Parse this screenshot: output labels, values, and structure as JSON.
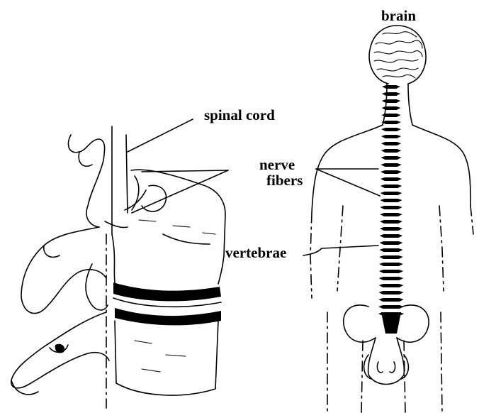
{
  "labels": {
    "brain": "brain",
    "spinal_cord": "spinal cord",
    "nerve": "nerve",
    "fibers": "fibers",
    "vertebrae": "vertebrae"
  }
}
